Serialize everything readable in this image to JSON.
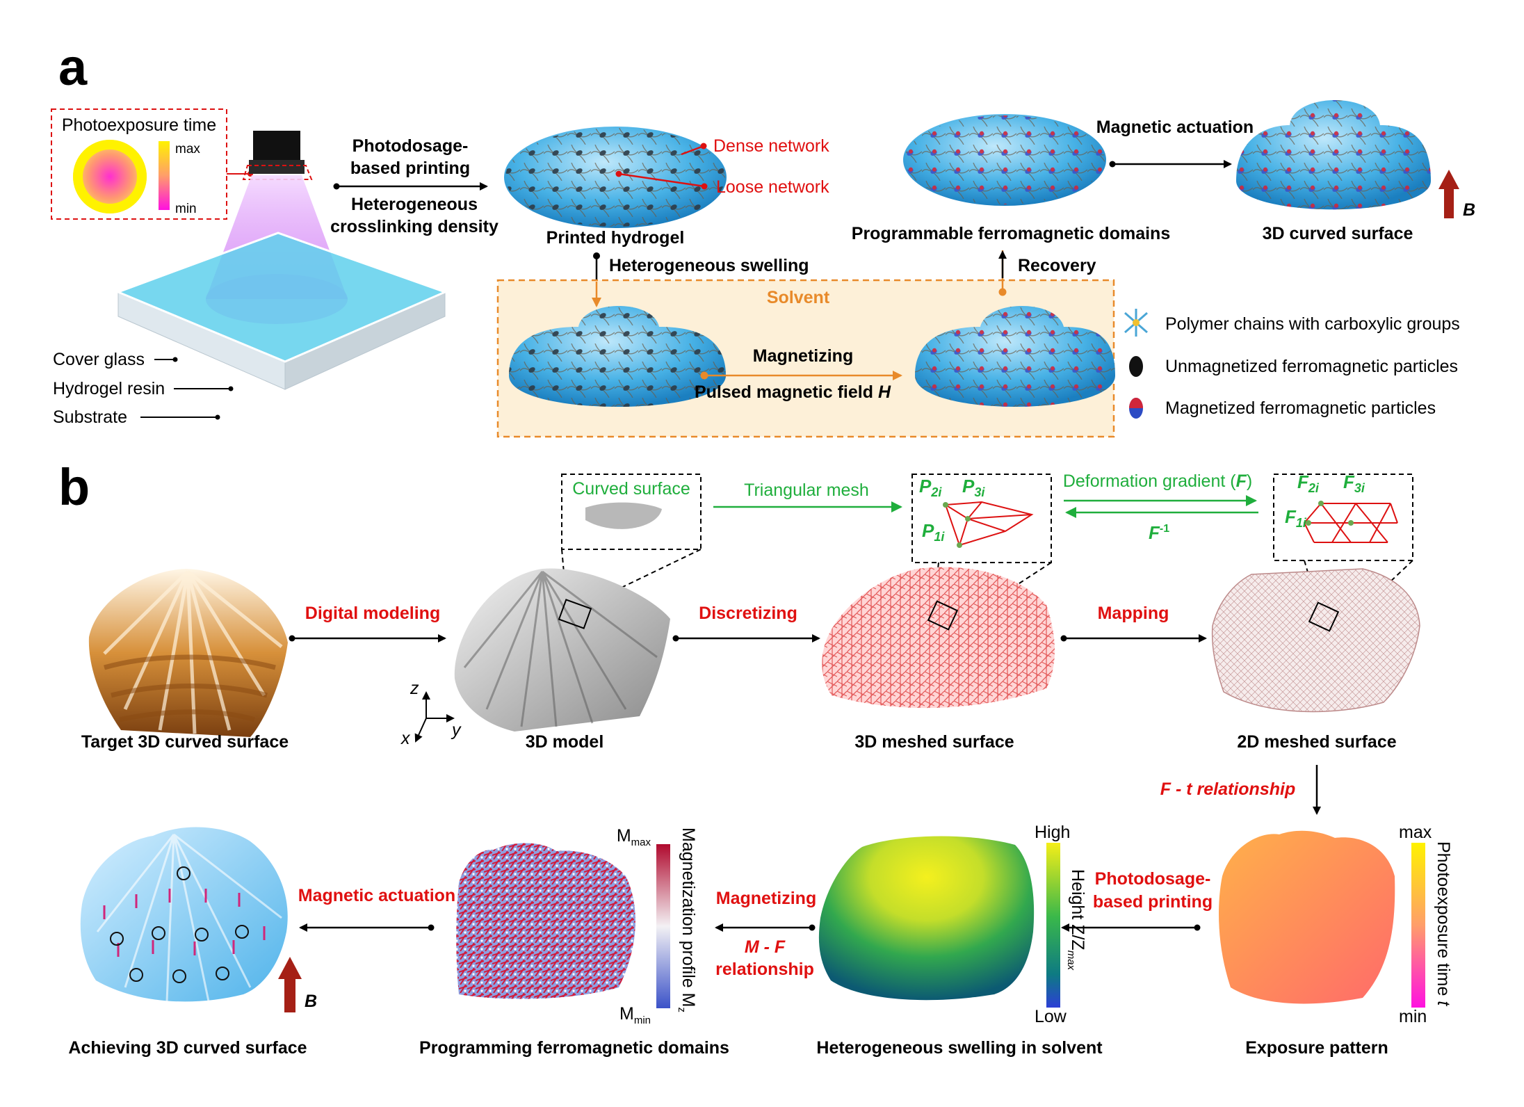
{
  "panel_a": {
    "letter": "a",
    "photoexposure_box": {
      "title": "Photoexposure time",
      "max": "max",
      "min": "min"
    },
    "printer_labels": {
      "cover_glass": "Cover glass",
      "hydrogel_resin": "Hydrogel resin",
      "substrate": "Substrate"
    },
    "arrow1_top_line1": "Photodosage-",
    "arrow1_top_line2": "based printing",
    "arrow1_bottom_line1": "Heterogeneous",
    "arrow1_bottom_line2": "crosslinking density",
    "printed_hydrogel": "Printed hydrogel",
    "dense_network": "Dense network",
    "loose_network": "Loose network",
    "heterogeneous_swelling": "Heterogeneous swelling",
    "solvent": "Solvent",
    "magnetizing": "Magnetizing",
    "pulsed_field": "Pulsed magnetic field",
    "pulsed_field_symbol": "H",
    "recovery": "Recovery",
    "programmable_domains": "Programmable ferromagnetic domains",
    "magnetic_actuation": "Magnetic actuation",
    "curved_surface_3d": "3D curved surface",
    "field_symbol": "B",
    "legend": {
      "polymer": "Polymer chains with carboxylic groups",
      "unmagnetized": "Unmagnetized ferromagnetic particles",
      "magnetized": "Magnetized ferromagnetic particles"
    }
  },
  "panel_b": {
    "letter": "b",
    "curved_surface_inset": "Curved surface",
    "triangular_mesh": "Triangular mesh",
    "deformation_gradient": "Deformation gradient (",
    "deformation_gradient_symbol": "F",
    "deformation_gradient_close": ")",
    "f_inverse": "F",
    "f_inverse_sup": "-1",
    "points_3d": {
      "p2": "P",
      "p2_sub": "2i",
      "p3": "P",
      "p3_sub": "3i",
      "p1": "P",
      "p1_sub": "1i"
    },
    "points_2d": {
      "f2": "F",
      "f2_sub": "2i",
      "f3": "F",
      "f3_sub": "3i",
      "f1": "F",
      "f1_sub": "1i"
    },
    "digital_modeling": "Digital modeling",
    "discretizing": "Discretizing",
    "mapping": "Mapping",
    "target_surface": "Target 3D curved surface",
    "model_3d": "3D model",
    "meshed_3d": "3D meshed surface",
    "meshed_2d": "2D meshed surface",
    "axes": {
      "z": "z",
      "x": "x",
      "y": "y"
    },
    "f_t_relationship": "F - t relationship",
    "exposure_pattern": "Exposure pattern",
    "exposure_bar": {
      "max": "max",
      "min": "min",
      "label": "Photoexposure time",
      "symbol": "t"
    },
    "photodosage_line1": "Photodosage-",
    "photodosage_line2": "based printing",
    "swelling": "Heterogeneous swelling in solvent",
    "height_bar": {
      "high": "High",
      "low": "Low",
      "label": "Height Z/Z",
      "label_sub": "max"
    },
    "magnetizing": "Magnetizing",
    "m_f_line1": "M - F",
    "m_f_line2": "relationship",
    "programming": "Programming ferromagnetic domains",
    "mag_bar": {
      "max": "M",
      "max_sub": "max",
      "min": "M",
      "min_sub": "min",
      "label": "Magnetization profile M",
      "label_sub": "z"
    },
    "magnetic_actuation": "Magnetic actuation",
    "achieving": "Achieving 3D curved surface",
    "field_symbol": "B"
  },
  "colors": {
    "red": "#e01010",
    "green": "#1fae3c",
    "orange": "#e88a2a",
    "hydrogel_blue": "#3aa6e0",
    "mesh_red": "#ee6e6e"
  }
}
